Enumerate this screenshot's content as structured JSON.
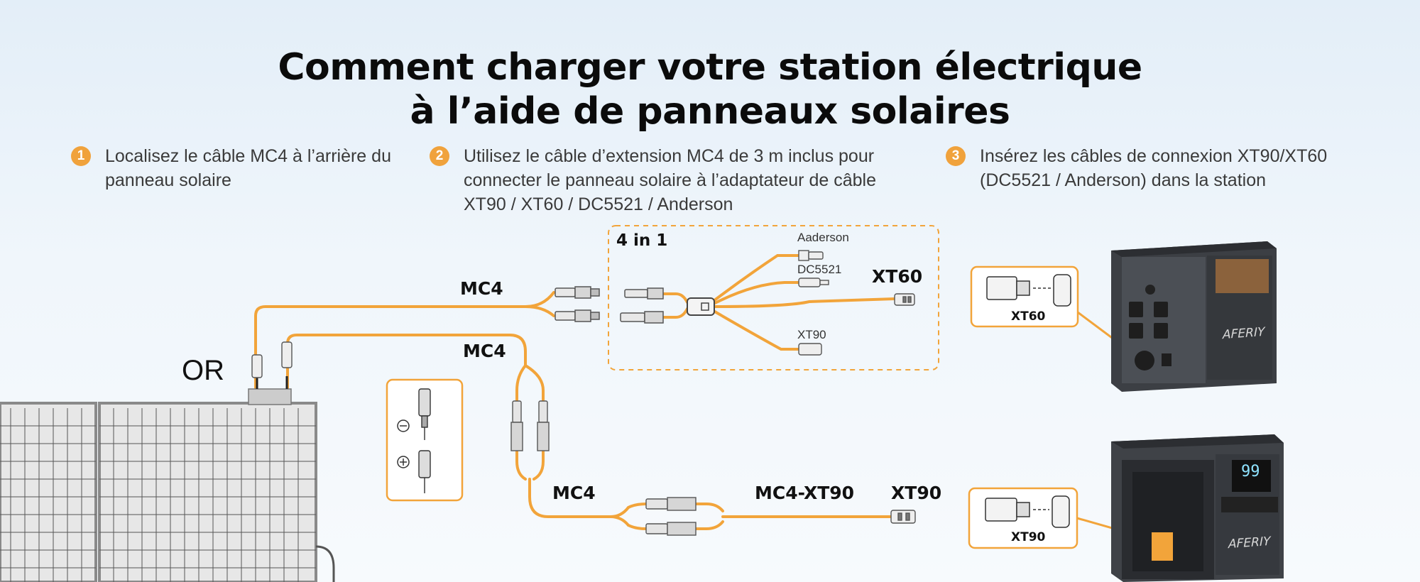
{
  "title": {
    "line1": "Comment charger votre station électrique",
    "line2": "à l’aide de panneaux solaires"
  },
  "steps": [
    {
      "num": "1",
      "text": "Localisez le câble MC4 à l’arrière du panneau solaire"
    },
    {
      "num": "2",
      "text": "Utilisez le câble d’extension MC4 de 3 m inclus pour connecter le panneau solaire à l’adaptateur de câble XT90 / XT60 / DC5521 / Anderson"
    },
    {
      "num": "3",
      "text": "Insérez les câbles de connexion XT90/XT60 (DC5521 / Anderson) dans la station"
    }
  ],
  "labels": {
    "or": "OR",
    "mc4_top": "MC4",
    "mc4_mid": "MC4",
    "mc4_bottom": "MC4",
    "mc4_xt90": "MC4-XT90",
    "xt90_right": "XT90",
    "four_in_one": "4 in 1",
    "aaderson": "Aaderson",
    "dc5521": "DC5521",
    "xt60_big": "XT60",
    "xt90_small": "XT90",
    "xt60_callout": "XT60",
    "xt90_callout": "XT90",
    "brand_top": "AFERIY",
    "brand_bottom": "AFERIY",
    "display_value": "99"
  },
  "colors": {
    "accent_orange": "#f0a23c",
    "cable_orange": "#f2a43a",
    "station_dark": "#3c3f44",
    "panel_frame": "#8a8a8a"
  },
  "icons": {
    "minus": "minus-icon",
    "plus": "plus-icon"
  }
}
